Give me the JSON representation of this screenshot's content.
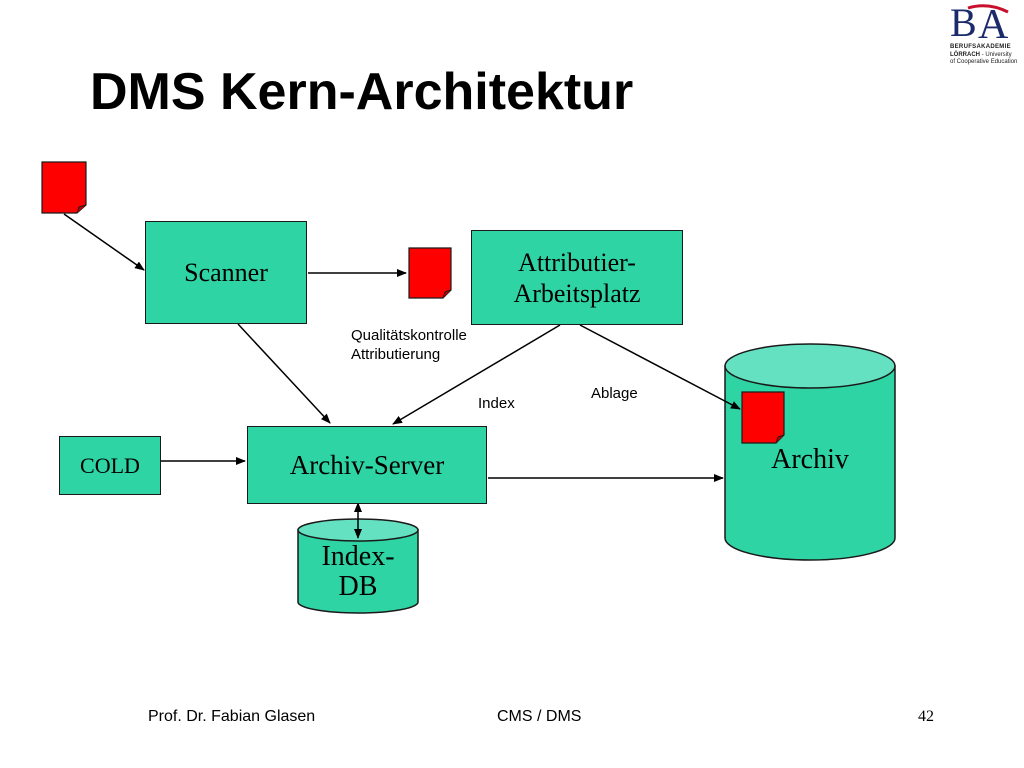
{
  "slide": {
    "title": "DMS Kern-Architektur",
    "logo": {
      "mark": "BA",
      "line1": "BERUFSAKADEMIE",
      "line2_bold": "LÖRRACH",
      "line2_rest": " - University",
      "line3": "of Cooperative Education"
    }
  },
  "diagram": {
    "nodes": {
      "scanner": "Scanner",
      "attributier_line1": "Attributier-",
      "attributier_line2": "Arbeitsplatz",
      "cold": "COLD",
      "archiv_server": "Archiv-Server",
      "archiv": "Archiv",
      "index_db_line1": "Index-",
      "index_db_line2": "DB"
    },
    "labels": {
      "qualitaet_line1": "Qualitätskontrolle",
      "qualitaet_line2": "Attributierung",
      "index": "Index",
      "ablage": "Ablage"
    },
    "colors": {
      "node_fill": "#2fd4a4",
      "cylinder_top": "#64e1c1",
      "document": "#ff0000",
      "stroke": "#1a1a1a"
    }
  },
  "footer": {
    "author": "Prof. Dr. Fabian Glasen",
    "course": "CMS / DMS",
    "page": "42"
  }
}
